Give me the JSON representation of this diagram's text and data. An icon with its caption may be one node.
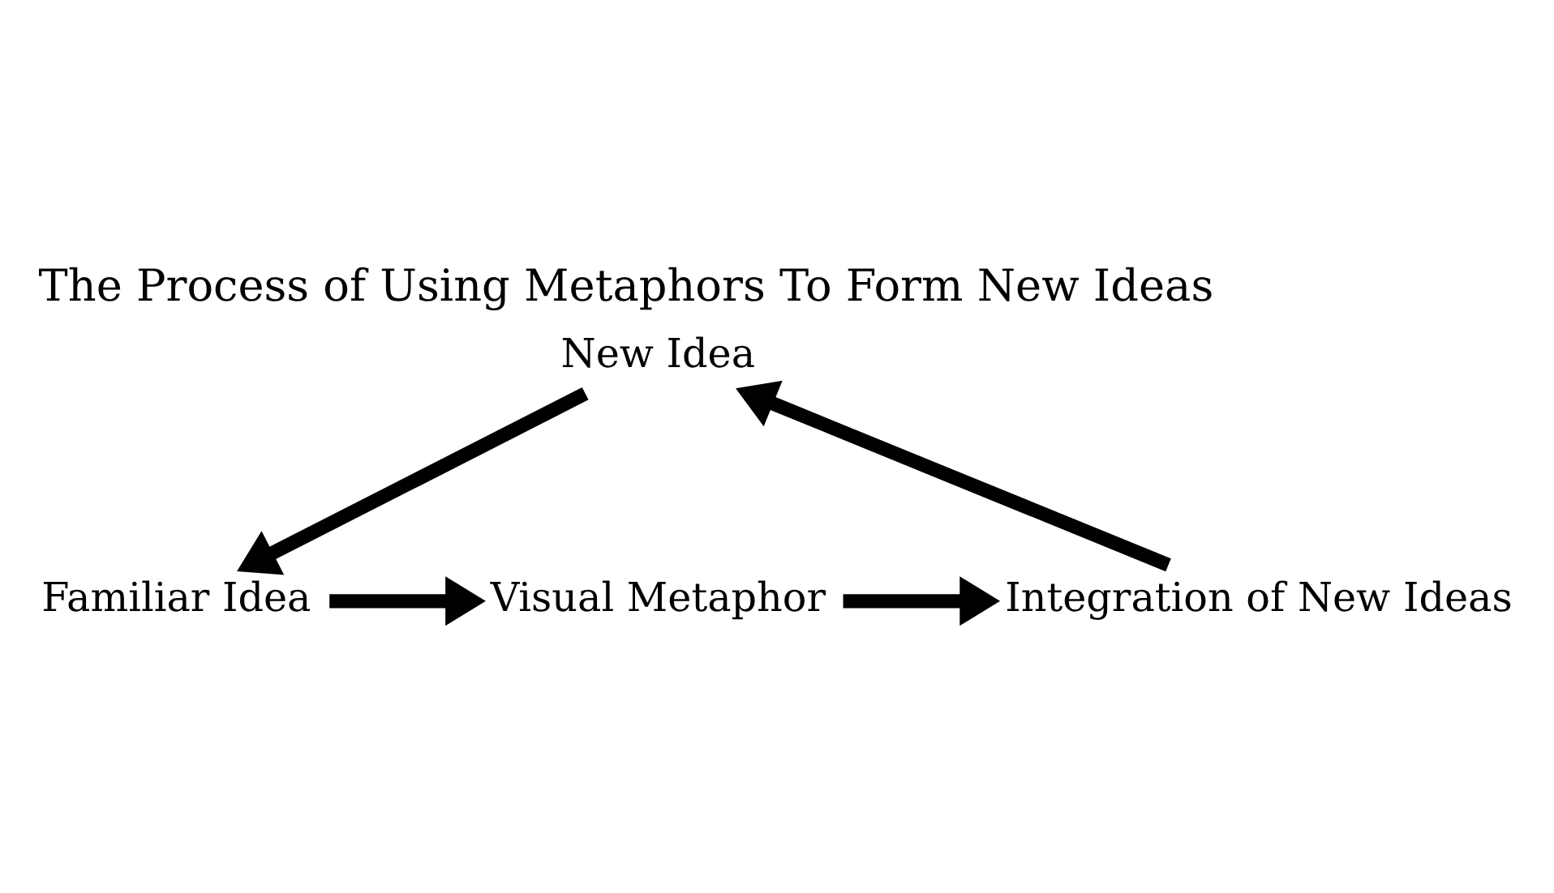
{
  "diagram": {
    "title": "The Process of Using Metaphors To Form New Ideas",
    "nodes": [
      {
        "text": [
          "Visual Metaphor"
        ]
      },
      {
        "text": [
          "Integration of New Ideas"
        ]
      },
      {
        "text": [
          "New Idea"
        ]
      },
      {
        "text": [
          "Familiar Idea"
        ]
      }
    ],
    "edges": [
      {
        "from": 3,
        "to": 0,
        "arrow": "to"
      },
      {
        "from": 0,
        "to": 1,
        "arrow": "to"
      },
      {
        "from": 1,
        "to": 2,
        "arrow": "to"
      },
      {
        "from": 2,
        "to": 3,
        "arrow": "to"
      }
    ]
  }
}
